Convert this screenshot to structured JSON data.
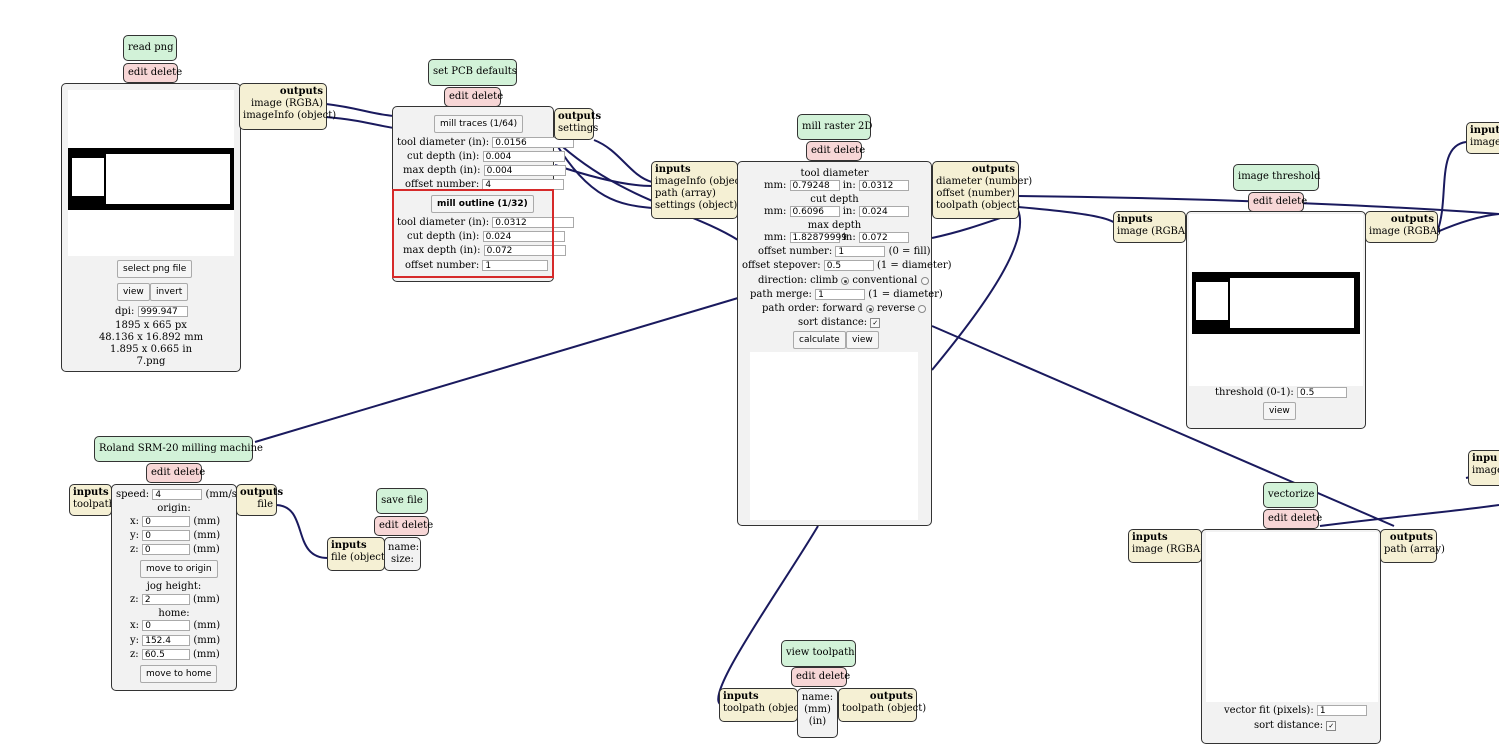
{
  "common": {
    "edit": "edit",
    "delete": "delete",
    "inputs": "inputs",
    "outputs": "outputs"
  },
  "read_png": {
    "title": "read png",
    "out_ports": [
      "image (RGBA)",
      "imageInfo (object)"
    ],
    "select_btn": "select png file",
    "view_btn": "view",
    "invert_btn": "invert",
    "dpi_label": "dpi:",
    "dpi": "999.947",
    "px": "1895 x 665 px",
    "mm": "48.136 x 16.892 mm",
    "inch": "1.895 x 0.665 in",
    "file": "7.png"
  },
  "pcb": {
    "title": "set PCB defaults",
    "out_ports": [
      "settings"
    ],
    "traces_btn": "mill traces (1/64)",
    "outline_btn": "mill outline (1/32)",
    "labels": {
      "tool": "tool diameter (in):",
      "cut": "cut depth (in):",
      "max": "max depth (in):",
      "offset": "offset number:"
    },
    "traces": {
      "tool": "0.0156",
      "cut": "0.004",
      "max": "0.004",
      "offset": "4"
    },
    "outline": {
      "tool": "0.0312",
      "cut": "0.024",
      "max": "0.072",
      "offset": "1"
    }
  },
  "raster": {
    "title": "mill raster 2D",
    "in_ports": [
      "imageInfo (object)",
      "path (array)",
      "settings (object)"
    ],
    "out_ports": [
      "diameter (number)",
      "offset (number)",
      "toolpath (object)"
    ],
    "tool_label": "tool diameter",
    "cut_label": "cut depth",
    "max_label": "max depth",
    "mm_label": "mm:",
    "in_label": "in:",
    "tool_mm": "0.79248",
    "tool_in": "0.0312",
    "cut_mm": "0.6096",
    "cut_in": "0.024",
    "max_mm": "1.82879999",
    "max_in": "0.072",
    "offset_label": "offset number:",
    "offset": "1",
    "offset_hint": "(0 = fill)",
    "stepover_label": "offset stepover:",
    "stepover": "0.5",
    "stepover_hint": "(1 = diameter)",
    "direction_label": "direction: climb",
    "conventional": "conventional",
    "merge_label": "path merge:",
    "merge": "1",
    "merge_hint": "(1 = diameter)",
    "order_label": "path order: forward",
    "reverse": "reverse",
    "sort_label": "sort distance:",
    "calc_btn": "calculate",
    "view_btn": "view"
  },
  "threshold": {
    "title": "image threshold",
    "in_ports": [
      "image (RGBA)"
    ],
    "out_ports": [
      "image (RGBA)"
    ],
    "label": "threshold (0-1):",
    "value": "0.5",
    "view_btn": "view"
  },
  "roland": {
    "title": "Roland SRM-20 milling machine",
    "in_ports": [
      "toolpath"
    ],
    "out_ports": [
      "file"
    ],
    "speed_label": "speed:",
    "speed": "4",
    "speed_unit": "(mm/s)",
    "origin": "origin:",
    "x": "x:",
    "y": "y:",
    "z": "z:",
    "mm": "(mm)",
    "ox": "0",
    "oy": "0",
    "oz": "0",
    "move_origin": "move to origin",
    "jog": "jog height:",
    "jz": "2",
    "home": "home:",
    "hx": "0",
    "hy": "152.4",
    "hz": "60.5",
    "move_home": "move to home"
  },
  "save": {
    "title": "save file",
    "in_ports": [
      "file (object)"
    ],
    "name": "name:",
    "size": "size:"
  },
  "vectorize": {
    "title": "vectorize",
    "in_ports": [
      "image (RGBA)"
    ],
    "out_ports": [
      "path (array)"
    ],
    "fit_label": "vector fit (pixels):",
    "fit": "1",
    "sort_label": "sort distance:"
  },
  "viewtp": {
    "title": "view toolpath",
    "in_ports": [
      "toolpath (object)"
    ],
    "out_ports": [
      "toolpath (object)"
    ],
    "name": "name:",
    "mm": "(mm)",
    "in": "(in)"
  },
  "edge": {
    "inputs_top": "inputs",
    "image_top": "image",
    "inputs_bottom": "inpu",
    "image_bottom": "image"
  }
}
